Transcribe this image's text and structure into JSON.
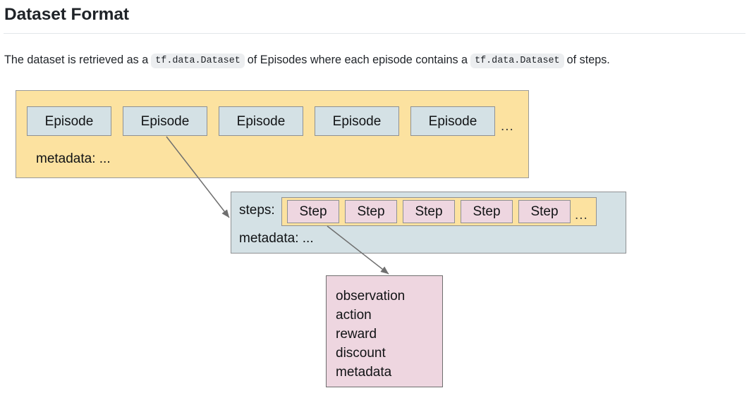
{
  "page": {
    "title": "Dataset Format"
  },
  "intro": {
    "part1": "The dataset is retrieved as a",
    "code1": "tf.data.Dataset",
    "part2": "of Episodes where each episode contains a",
    "code2": "tf.data.Dataset",
    "part3": "of steps."
  },
  "diagram": {
    "episodes": {
      "boxes": [
        {
          "label": "Episode"
        },
        {
          "label": "Episode"
        },
        {
          "label": "Episode"
        },
        {
          "label": "Episode"
        },
        {
          "label": "Episode"
        }
      ],
      "ellipsis": "...",
      "metadata_label": "metadata: ..."
    },
    "steps": {
      "steps_label": "steps:",
      "boxes": [
        {
          "label": "Step"
        },
        {
          "label": "Step"
        },
        {
          "label": "Step"
        },
        {
          "label": "Step"
        },
        {
          "label": "Step"
        }
      ],
      "ellipsis": "...",
      "metadata_label": "metadata: ..."
    },
    "step_detail": {
      "fields": [
        "observation",
        "action",
        "reward",
        "discount",
        "metadata"
      ]
    },
    "colors": {
      "episodes_container_fill": "#fce2a0",
      "episode_box_fill": "#d4e1e5",
      "steps_container_fill": "#d4e1e5",
      "steps_strip_fill": "#fce2a0",
      "step_box_fill": "#eed6e0",
      "step_detail_fill": "#eed6e0",
      "box_border": "#8f9193",
      "arrow_stroke": "#6f6f6f",
      "page_text": "#1f2328",
      "code_chip_bg": "#eceef0"
    }
  }
}
